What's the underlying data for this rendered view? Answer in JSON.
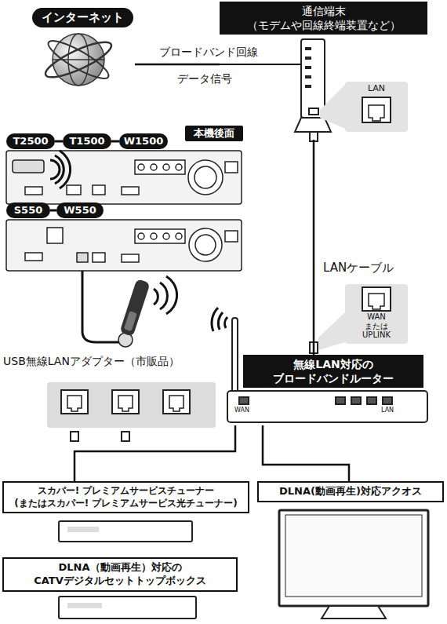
{
  "diagram": {
    "nodes": [
      {
        "text": [
          "インターネット"
        ]
      },
      {
        "text": [
          "通信端末 （モデムや回線終端装置など）"
        ]
      },
      {
        "text": [
          "本機後面"
        ]
      },
      {
        "text": [
          "T2500"
        ]
      },
      {
        "text": [
          "T1500"
        ]
      },
      {
        "text": [
          "W1500"
        ]
      },
      {
        "text": [
          "S550"
        ]
      },
      {
        "text": [
          "W550"
        ]
      },
      {
        "text": [
          "無線LAN対応の ブロードバンドルーター"
        ]
      },
      {
        "text": [
          "スカパー! プレミアムサービスチューナー (またはスカパー! プレミアムサービス光チューナー)"
        ]
      },
      {
        "text": [
          "DLNA（動画再生）対応の CATVデジタルセットトップボックス"
        ]
      },
      {
        "text": [
          "DLNA(動画再生)対応アクオス"
        ]
      }
    ],
    "edges": [
      {
        "from": 0,
        "to": 1,
        "arrow": "none",
        "label": "ブロードバンド回線"
      },
      {
        "from": 1,
        "to": 8,
        "arrow": "none"
      },
      {
        "from": 8,
        "to": 9,
        "arrow": "none"
      },
      {
        "from": 8,
        "to": 11,
        "arrow": "none"
      }
    ],
    "labels": [
      "データ信号",
      "LAN",
      "LANケーブル",
      "WAN または UPLINK",
      "USB無線LANアダプター（市販品）",
      "WAN",
      "LAN"
    ]
  }
}
